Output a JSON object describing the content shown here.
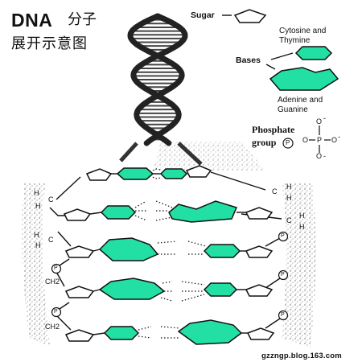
{
  "title": {
    "main": "DNA",
    "cn_line1": "分子",
    "cn_line2": "展开示意图"
  },
  "legend": {
    "sugar": "Sugar",
    "bases": "Bases",
    "pyrimidines": [
      "Cytosine and",
      "Thymine"
    ],
    "purines": [
      "Adenine and",
      "Guanine"
    ],
    "phosphate": [
      "Phosphate",
      "group"
    ],
    "phosphate_symbol": "P"
  },
  "atoms": {
    "hydrogen": "H",
    "carbon": "C",
    "ch2": "CH2",
    "oxygen": "O",
    "phosphorus": "P",
    "phosphate_badge": "P",
    "charge": "-"
  },
  "colors": {
    "base_fill": "#22e0a4",
    "outline": "#111111",
    "helix": "#222222",
    "background": "#ffffff"
  },
  "watermark": "gzzngp.blog.163.com"
}
